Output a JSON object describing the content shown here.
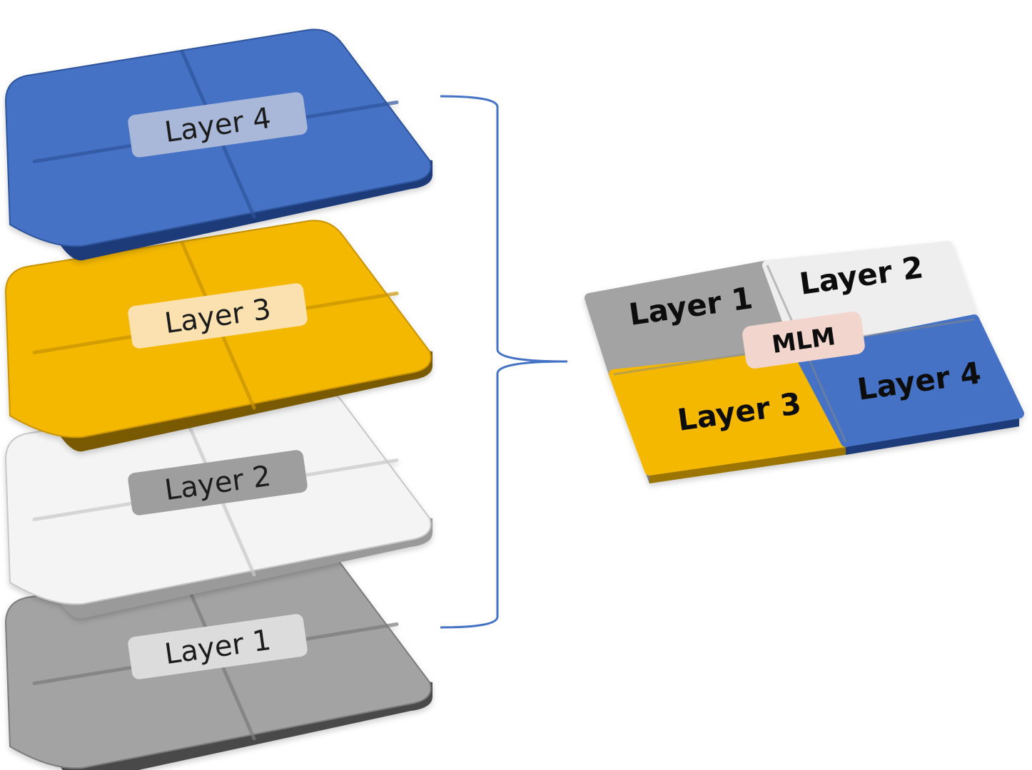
{
  "colors": {
    "layer1": "#a3a3a3",
    "layer2": "#f4f4f4",
    "layer3": "#f4b800",
    "layer4": "#4472c4",
    "bracket": "#4472c4",
    "mlm_badge": "#f2d5cc"
  },
  "layers": [
    {
      "id": "layer-4",
      "label": "Layer 4",
      "color": "#4472c4",
      "side": "#1e3a78",
      "edge": "#2f559c",
      "badge": "#a9b8d8",
      "text": "#1a1a1a"
    },
    {
      "id": "layer-3",
      "label": "Layer 3",
      "color": "#f4b800",
      "side": "#7a5a00",
      "edge": "#c99400",
      "badge": "#fbe1b0",
      "text": "#1a1a1a"
    },
    {
      "id": "layer-2",
      "label": "Layer 2",
      "color": "#f4f4f4",
      "side": "#9a9a9a",
      "edge": "#c8c8c8",
      "badge": "#9e9e9e",
      "text": "#1a1a1a"
    },
    {
      "id": "layer-1",
      "label": "Layer 1",
      "color": "#a3a3a3",
      "side": "#4a4a4a",
      "edge": "#7b7b7b",
      "badge": "#dcdcdc",
      "text": "#1a1a1a"
    }
  ],
  "merged": {
    "center_label": "MLM",
    "quadrants": [
      {
        "id": "q-layer-1",
        "label": "Layer 1",
        "color": "#a3a3a3"
      },
      {
        "id": "q-layer-2",
        "label": "Layer 2",
        "color": "#eeeeee"
      },
      {
        "id": "q-layer-3",
        "label": "Layer 3",
        "color": "#f4b800"
      },
      {
        "id": "q-layer-4",
        "label": "Layer 4",
        "color": "#4472c4"
      }
    ]
  }
}
